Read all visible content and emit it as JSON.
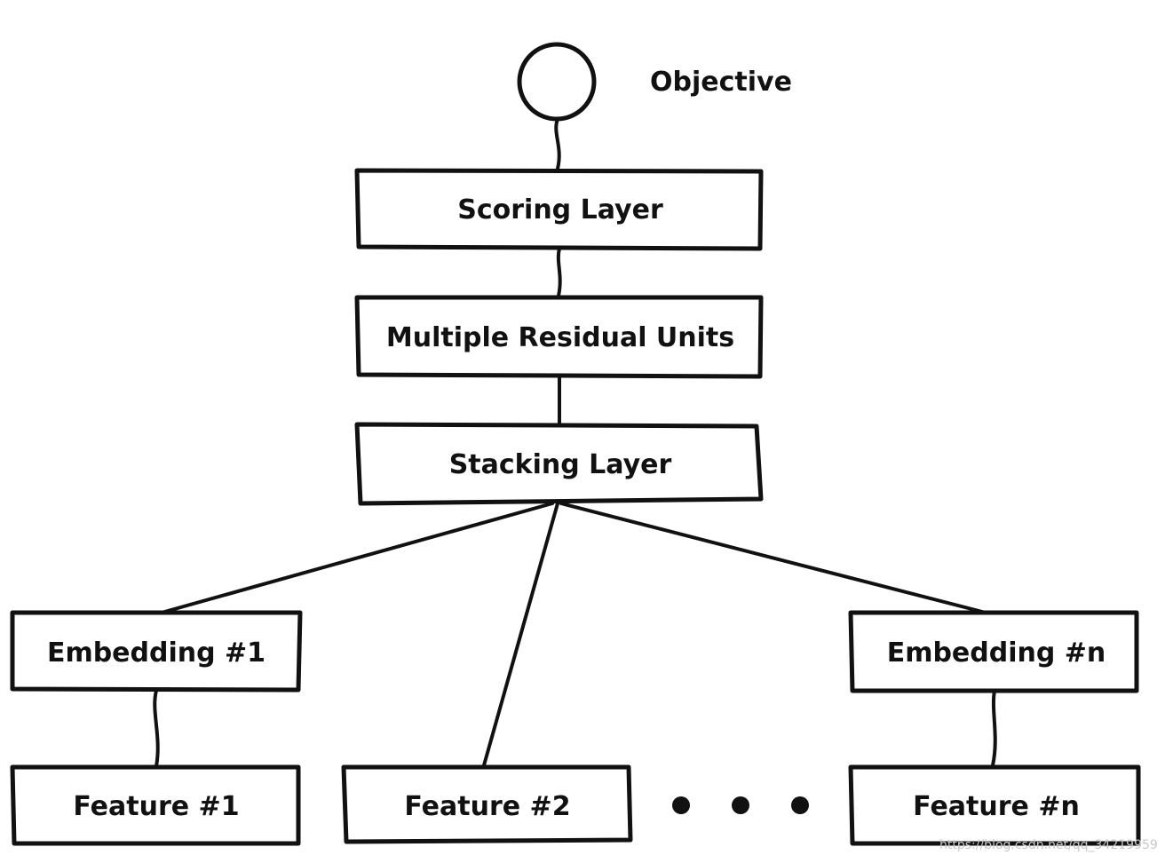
{
  "diagram": {
    "objective_label": "Objective",
    "scoring_layer": "Scoring Layer",
    "residual_units": "Multiple Residual Units",
    "stacking_layer": "Stacking Layer",
    "embedding_1": "Embedding #1",
    "embedding_n": "Embedding #n",
    "feature_1": "Feature #1",
    "feature_2": "Feature #2",
    "feature_n": "Feature #n",
    "ellipsis_dots": 3
  },
  "watermark": "https://blog.csdn.net/qq_34219959",
  "colors": {
    "stroke": "#111111",
    "background": "#ffffff",
    "watermark": "#c8c8c8"
  }
}
